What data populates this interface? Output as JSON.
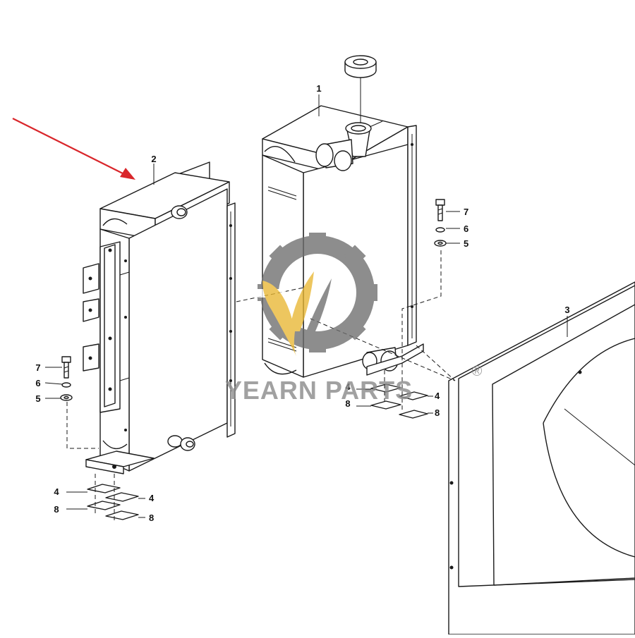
{
  "callouts": {
    "radiator": "1",
    "oil_cooler": "2",
    "fan_shroud": "3",
    "plate_a": "4",
    "plate_b": "4",
    "plate_c": "4",
    "plate_d": "4",
    "washer_left": "5",
    "washer_right": "5",
    "lockwasher_left": "6",
    "lockwasher_right": "6",
    "bolt_left": "7",
    "bolt_right": "7",
    "shim_a": "8",
    "shim_b": "8",
    "shim_c": "8",
    "shim_d": "8"
  },
  "watermark": {
    "brand": "YEARN PARTS",
    "registered_mark": "®"
  },
  "colors": {
    "pointer_arrow": "#d9262b",
    "watermark_gear": "#6e6e6e",
    "watermark_flame": "#e8b733",
    "watermark_text": "#8a8a8a"
  }
}
